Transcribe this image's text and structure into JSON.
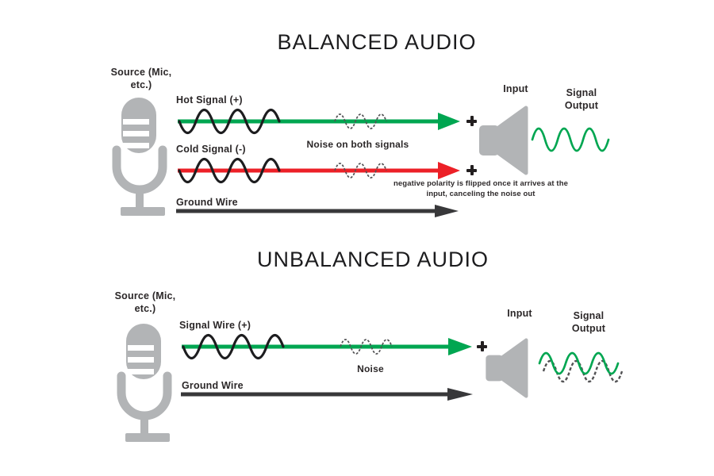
{
  "colors": {
    "green": "#00a651",
    "red": "#ec2027",
    "dark": "#38383a",
    "gray": "#b2b4b6",
    "noise": "#535355"
  },
  "balanced": {
    "title": "BALANCED AUDIO",
    "source_label": "Source (Mic, etc.)",
    "hot_label": "Hot Signal (+)",
    "cold_label": "Cold Signal (-)",
    "noise_label": "Noise on both signals",
    "ground_label": "Ground Wire",
    "input_label": "Input",
    "output_label": "Signal Output",
    "note": "negative polarity is flipped once it arrives at the input, canceling the noise out"
  },
  "unbalanced": {
    "title": "UNBALANCED AUDIO",
    "source_label": "Source (Mic, etc.)",
    "signal_label": "Signal Wire (+)",
    "noise_label": "Noise",
    "ground_label": "Ground Wire",
    "input_label": "Input",
    "output_label": "Signal Output"
  },
  "icons": {
    "microphone": "microphone-icon",
    "speaker": "speaker-icon",
    "plus": "plus-icon"
  }
}
